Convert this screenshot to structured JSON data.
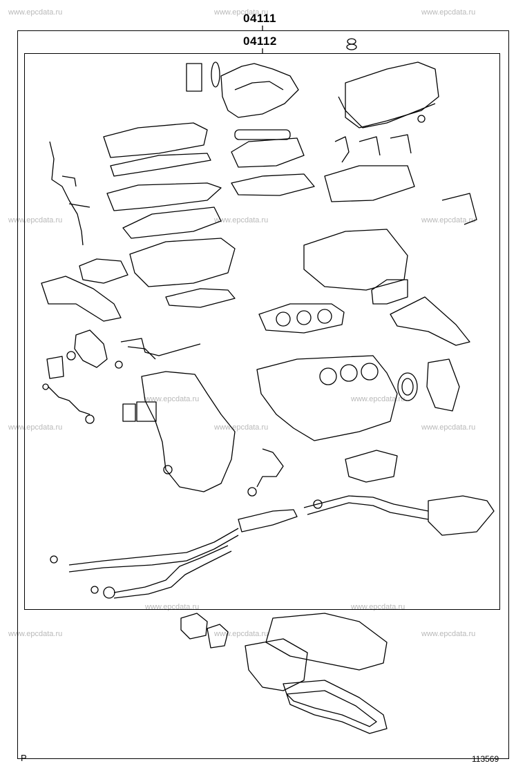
{
  "diagram": {
    "part_numbers": {
      "outer_kit": "04111",
      "inner_kit": "04112"
    },
    "corner_marks": {
      "left": "P",
      "right": "113569"
    },
    "watermark": "www.epcdata.ru"
  }
}
